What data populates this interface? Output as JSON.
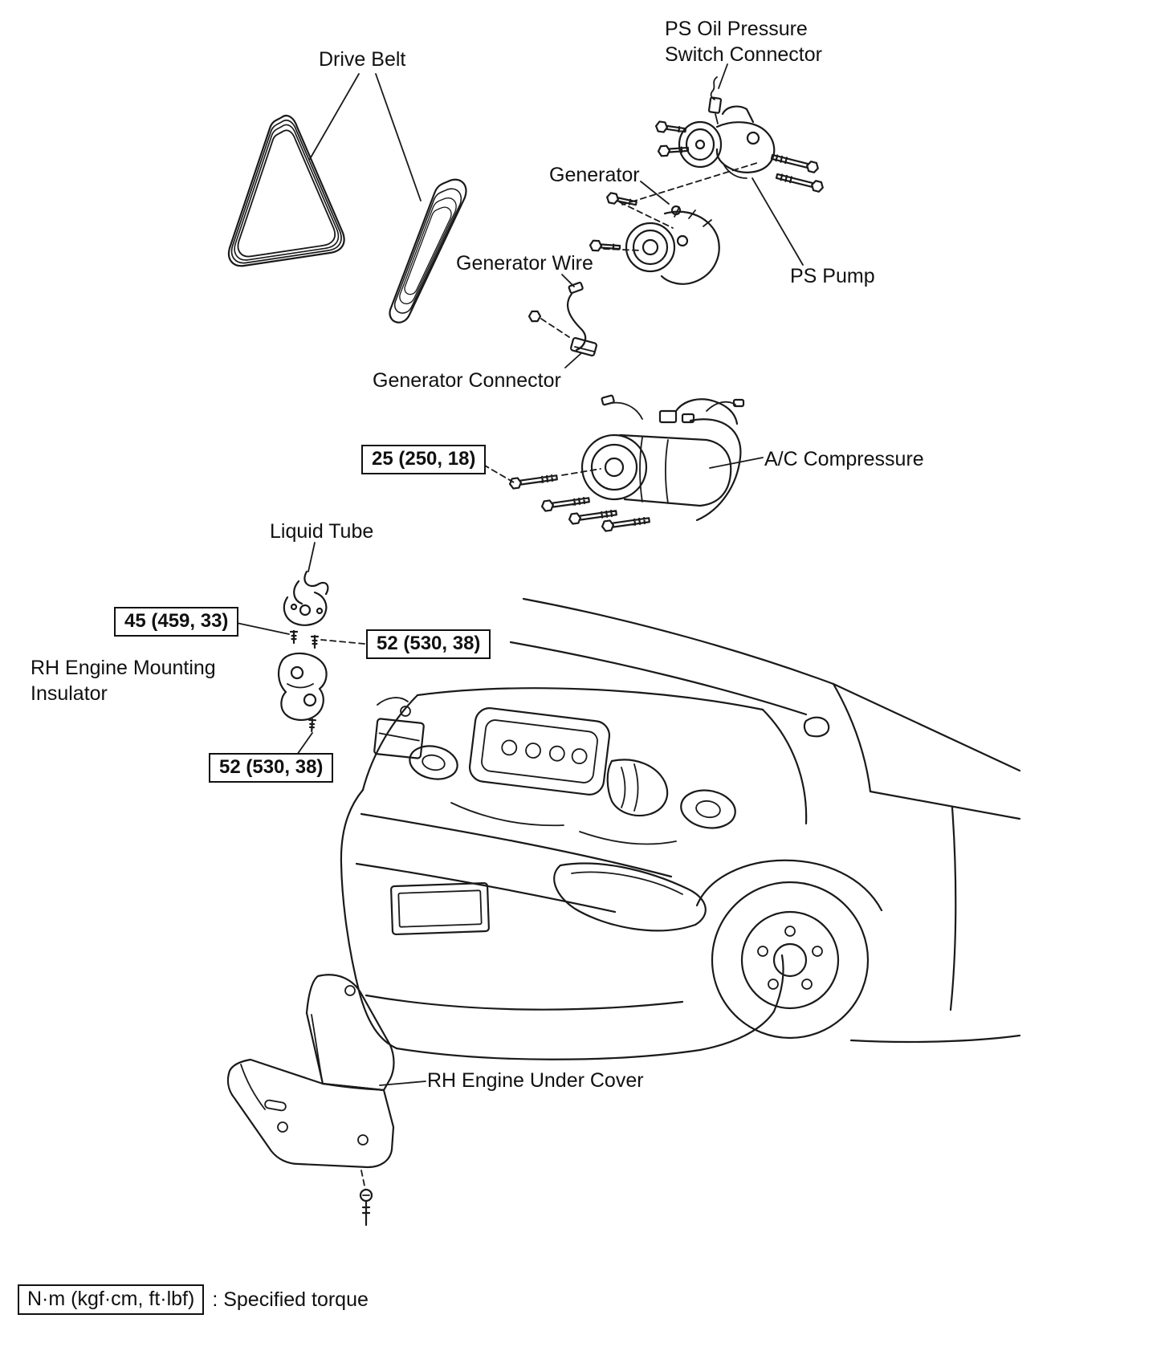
{
  "labels": {
    "drive_belt": "Drive Belt",
    "ps_oil_pressure_switch_connector": "PS Oil Pressure\nSwitch Connector",
    "generator": "Generator",
    "generator_wire": "Generator Wire",
    "ps_pump": "PS Pump",
    "generator_connector": "Generator Connector",
    "ac_compressure": "A/C Compressure",
    "liquid_tube": "Liquid Tube",
    "rh_engine_mounting_insulator": "RH Engine Mounting\nInsulator",
    "rh_engine_under_cover": "RH Engine Under Cover"
  },
  "torques": {
    "ac_compressor_bolt": "25 (250, 18)",
    "insulator_upper": "45 (459, 33)",
    "liquid_tube_bolt": "52 (530, 38)",
    "insulator_lower": "52 (530, 38)"
  },
  "legend": {
    "unit": "N·m (kgf·cm, ft·lbf)",
    "meaning": ": Specified torque"
  },
  "colors": {
    "line": "#1a1a1a",
    "background": "#ffffff"
  }
}
